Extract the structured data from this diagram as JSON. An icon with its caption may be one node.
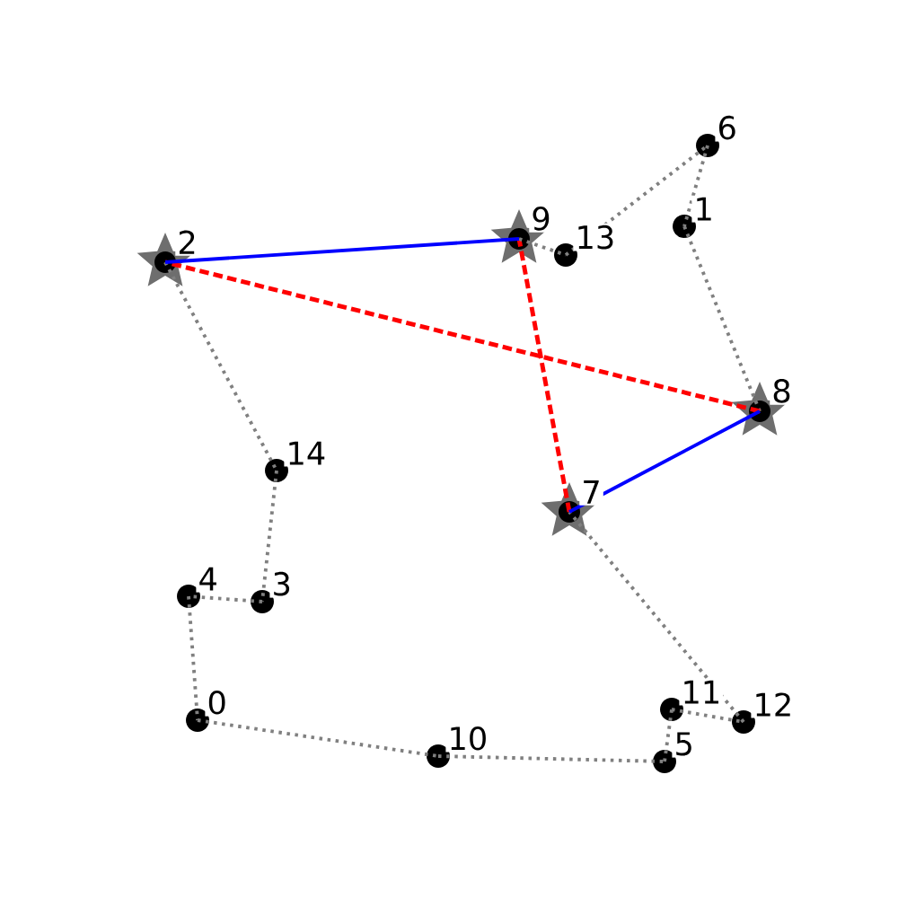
{
  "diagram": {
    "nodes": [
      {
        "text": [],
        "shape": "circle",
        "beside": [
          "0"
        ]
      },
      {
        "text": [],
        "shape": "circle",
        "beside": [
          "1"
        ]
      },
      {
        "text": [],
        "shape": "star",
        "beside": [
          "2"
        ]
      },
      {
        "text": [],
        "shape": "circle",
        "beside": [
          "3"
        ]
      },
      {
        "text": [],
        "shape": "circle",
        "beside": [
          "4"
        ]
      },
      {
        "text": [],
        "shape": "circle",
        "beside": [
          "5"
        ]
      },
      {
        "text": [],
        "shape": "circle",
        "beside": [
          "6"
        ]
      },
      {
        "text": [],
        "shape": "star",
        "beside": [
          "7"
        ]
      },
      {
        "text": [],
        "shape": "star",
        "beside": [
          "8"
        ]
      },
      {
        "text": [],
        "shape": "star",
        "beside": [
          "9"
        ]
      },
      {
        "text": [],
        "shape": "circle",
        "beside": [
          "10"
        ]
      },
      {
        "text": [],
        "shape": "circle",
        "beside": [
          "11"
        ]
      },
      {
        "text": [],
        "shape": "circle",
        "beside": [
          "12"
        ]
      },
      {
        "text": [],
        "shape": "circle",
        "beside": [
          "13"
        ]
      },
      {
        "text": [],
        "shape": "circle",
        "beside": [
          "14"
        ]
      }
    ],
    "edges": [
      {
        "from": 0,
        "to": 10,
        "arrow": "none",
        "style": "dashed"
      },
      {
        "from": 10,
        "to": 5,
        "arrow": "none",
        "style": "dashed"
      },
      {
        "from": 5,
        "to": 11,
        "arrow": "none",
        "style": "dashed"
      },
      {
        "from": 11,
        "to": 12,
        "arrow": "none",
        "style": "dashed"
      },
      {
        "from": 12,
        "to": 7,
        "arrow": "none",
        "style": "dashed"
      },
      {
        "from": 7,
        "to": 9,
        "arrow": "none",
        "style": "dashed",
        "color": "#ff0000"
      },
      {
        "from": 9,
        "to": 13,
        "arrow": "none",
        "style": "dashed"
      },
      {
        "from": 13,
        "to": 6,
        "arrow": "none",
        "style": "dashed"
      },
      {
        "from": 6,
        "to": 1,
        "arrow": "none",
        "style": "dashed"
      },
      {
        "from": 1,
        "to": 8,
        "arrow": "none",
        "style": "dashed"
      },
      {
        "from": 8,
        "to": 2,
        "arrow": "none",
        "style": "dashed",
        "color": "#ff0000"
      },
      {
        "from": 2,
        "to": 14,
        "arrow": "none",
        "style": "dashed"
      },
      {
        "from": 14,
        "to": 3,
        "arrow": "none",
        "style": "dashed"
      },
      {
        "from": 3,
        "to": 4,
        "arrow": "none",
        "style": "dashed"
      },
      {
        "from": 4,
        "to": 0,
        "arrow": "none",
        "style": "dashed"
      },
      {
        "from": 2,
        "to": 9,
        "arrow": "none",
        "color": "#0000ff"
      },
      {
        "from": 7,
        "to": 8,
        "arrow": "none",
        "color": "#0000ff"
      }
    ]
  }
}
